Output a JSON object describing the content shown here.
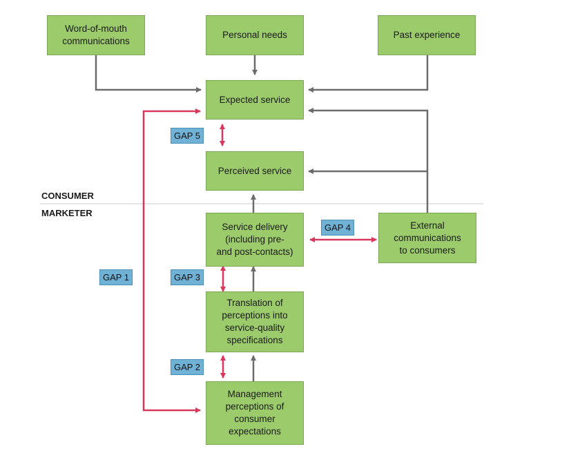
{
  "boxes": {
    "word_of_mouth": "Word-of-mouth\ncommunications",
    "personal_needs": "Personal needs",
    "past_experience": "Past experience",
    "expected_service": "Expected service",
    "perceived_service": "Perceived service",
    "service_delivery": "Service delivery\n(including pre-\nand post-contacts)",
    "external_comms": "External\ncommunications\nto consumers",
    "translation": "Translation of\nperceptions into\nservice-quality\nspecifications",
    "management": "Management\nperceptions of\nconsumer\nexpectations"
  },
  "gaps": {
    "gap1": "GAP 1",
    "gap2": "GAP 2",
    "gap3": "GAP 3",
    "gap4": "GAP 4",
    "gap5": "GAP 5"
  },
  "zones": {
    "consumer": "CONSUMER",
    "marketer": "MARKETER"
  },
  "colors": {
    "box_fill": "#9ccb6b",
    "gap_fill": "#6fb2d6",
    "flow_arrow": "#6b6b6b",
    "gap_arrow": "#d9375b"
  }
}
